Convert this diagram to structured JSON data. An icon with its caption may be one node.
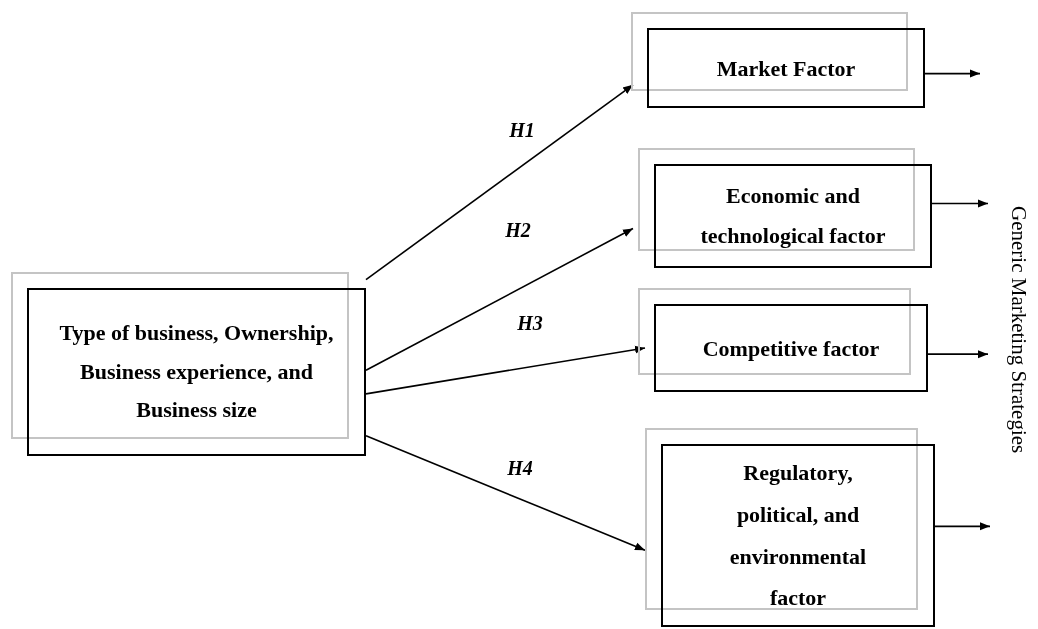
{
  "diagram": {
    "nodes": [
      {
        "text": [
          "Type of business, Ownership, Business experience, and Business size"
        ]
      },
      {
        "text": [
          "Market Factor"
        ]
      },
      {
        "text": [
          "Economic and technological factor"
        ]
      },
      {
        "text": [
          "Competitive factor"
        ]
      },
      {
        "text": [
          "Regulatory, political, and environmental factor"
        ]
      },
      {
        "text": [
          "Generic Marketing Strategies"
        ]
      }
    ],
    "edges": [
      {
        "from": 0,
        "to": 1,
        "arrow": "to",
        "label": "H1"
      },
      {
        "from": 0,
        "to": 2,
        "arrow": "to",
        "label": "H2"
      },
      {
        "from": 0,
        "to": 3,
        "arrow": "to",
        "label": "H3"
      },
      {
        "from": 0,
        "to": 4,
        "arrow": "to",
        "label": "H4"
      },
      {
        "from": 1,
        "to": null,
        "arrow": "to"
      },
      {
        "from": 2,
        "to": 5,
        "arrow": "to"
      },
      {
        "from": 3,
        "to": 5,
        "arrow": "to"
      },
      {
        "from": 4,
        "to": null,
        "arrow": "to"
      }
    ]
  }
}
